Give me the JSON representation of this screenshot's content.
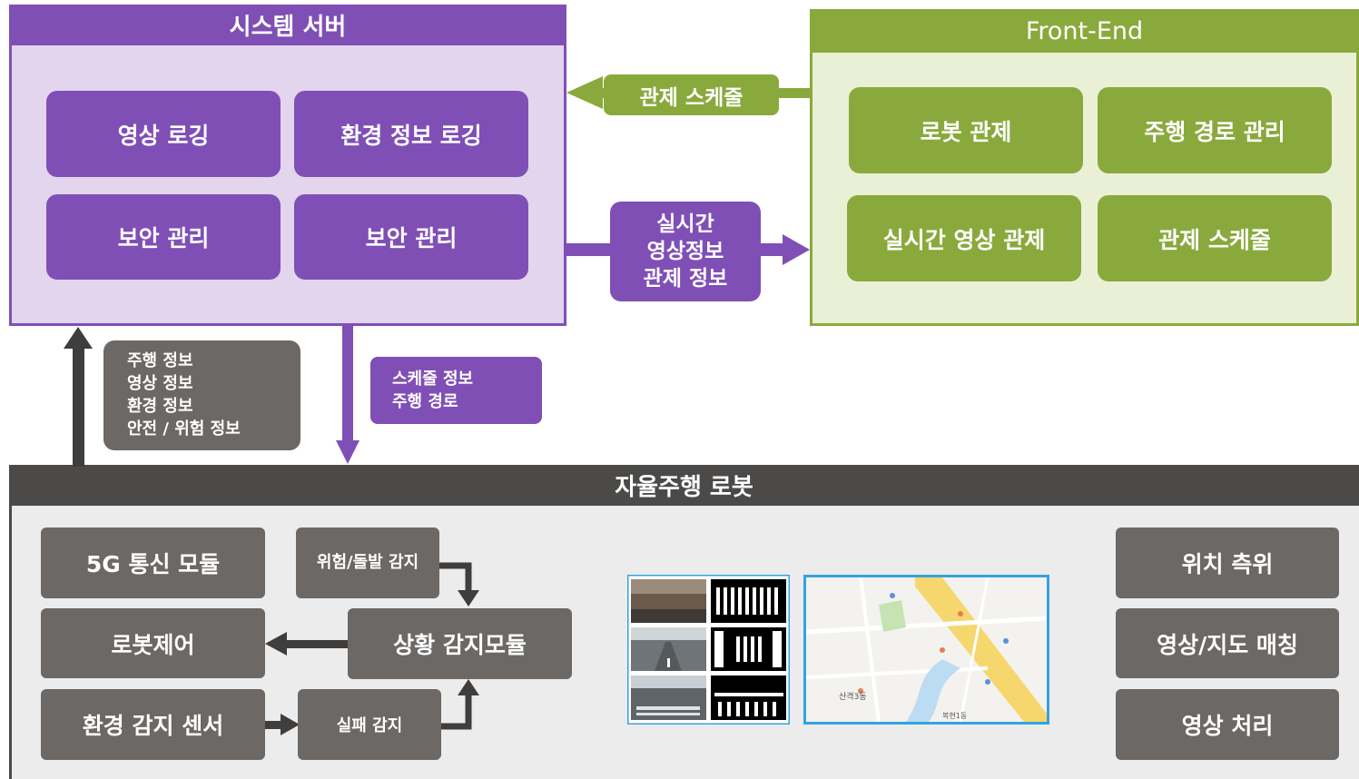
{
  "server": {
    "title": "시스템 서버",
    "modules": [
      "영상 로깅",
      "환경 정보 로깅",
      "보안 관리",
      "보안 관리"
    ]
  },
  "frontend": {
    "title": "Front-End",
    "modules": [
      "로봇 관제",
      "주행 경로 관리",
      "실시간 영상 관제",
      "관제 스케줄"
    ]
  },
  "flows": {
    "frontend_to_server": "관제 스케줄",
    "server_to_frontend": [
      "실시간",
      "영상정보",
      "관제 정보"
    ],
    "robot_to_server": [
      "주행 정보",
      "영상 정보",
      "환경 정보",
      "안전 / 위험 정보"
    ],
    "server_to_robot": [
      "스케줄 정보",
      "주행 경로"
    ]
  },
  "robot": {
    "title": "자율주행 로봇",
    "left_modules": [
      "5G 통신 모듈",
      "로봇제어",
      "환경 감지 센서"
    ],
    "danger_detect": "위험/돌발 감지",
    "situation_module": "상황 감지모듈",
    "failure_detect": "실패 감지",
    "right_modules": [
      "위치 측위",
      "영상/지도 매칭",
      "영상 처리"
    ]
  },
  "map_labels": [
    "산격3동",
    "복현1동"
  ],
  "colors": {
    "server_border": "#7f4fb6",
    "server_fill": "#e2d5ed",
    "frontend_border": "#8aa93c",
    "frontend_fill": "#eaf0d6",
    "robot_header": "#4b4a49",
    "robot_fill": "#ececec",
    "module_gray": "#6b6866",
    "image_border": "#34a3e0"
  }
}
